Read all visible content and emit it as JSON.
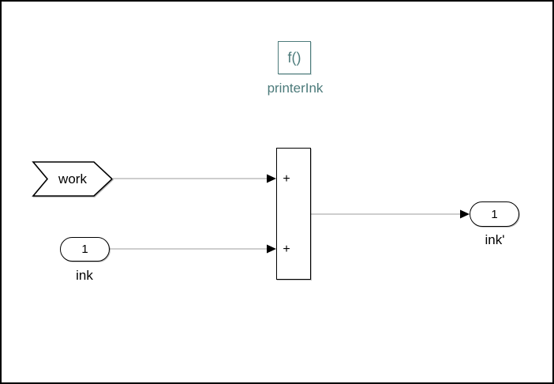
{
  "colors": {
    "accent_teal": "#4d7b7b",
    "line_gray": "#9e9e9e",
    "block_border": "#000000",
    "background": "#ffffff"
  },
  "function_block": {
    "icon_label": "f()",
    "caption": "printerInk"
  },
  "work_tag": {
    "label": "work"
  },
  "inport_ink": {
    "port_number": "1",
    "caption": "ink"
  },
  "sum_block": {
    "top_sign": "+",
    "bottom_sign": "+"
  },
  "outport_ink": {
    "port_number": "1",
    "caption": "ink'"
  }
}
